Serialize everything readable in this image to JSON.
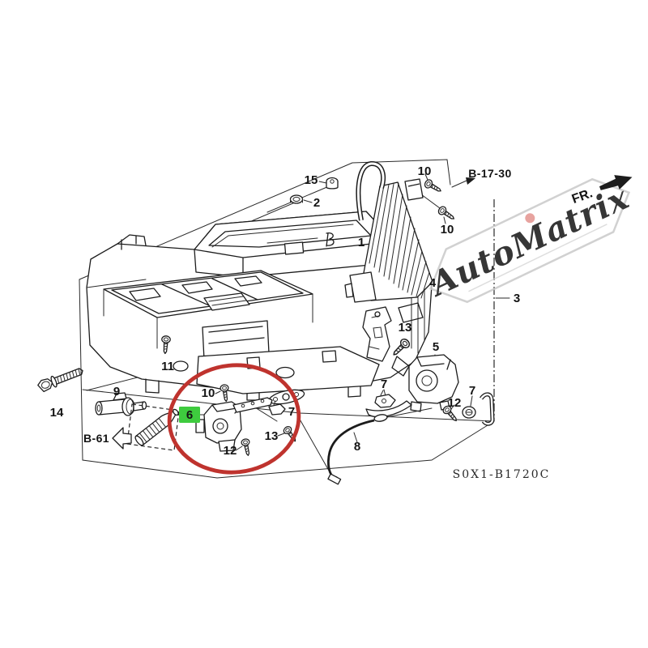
{
  "diagram": {
    "code": "S0X1-B1720C",
    "front_marker": "FR.",
    "ref_top_right": "B-17-30",
    "ref_bottom_left": "B-61",
    "watermark": "AutoMatrix",
    "colors": {
      "ink": "#1c1c1c",
      "highlight_ring": "#bf332e",
      "part6_badge_bg": "#3ecb3e",
      "watermark_pink": "#e3938f",
      "watermark_frame": "#c9c9c9"
    },
    "parts": {
      "p1": "1",
      "p2": "2",
      "p3": "3",
      "p4": "4",
      "p5": "5",
      "p6": "6",
      "p8": "8",
      "p9": "9",
      "p11": "11",
      "p14": "14",
      "p15": "15",
      "p7a": "7",
      "p7b": "7",
      "p7c": "7",
      "p10a": "10",
      "p10b": "10",
      "p10c": "10",
      "p12a": "12",
      "p12b": "12",
      "p13a": "13",
      "p13b": "13"
    }
  }
}
